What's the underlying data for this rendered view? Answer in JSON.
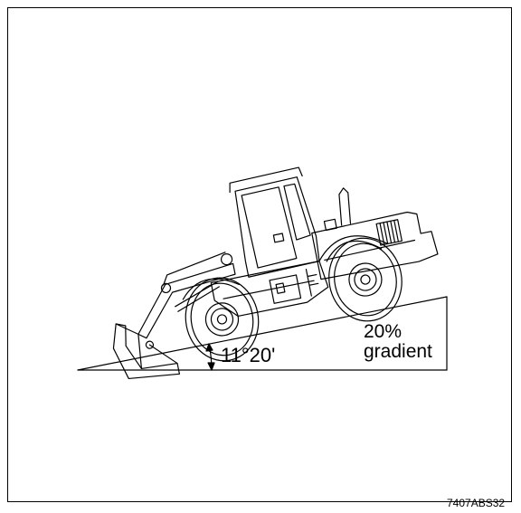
{
  "figure": {
    "angle_label": "11°20'",
    "gradient_percent": "20%",
    "gradient_word": "gradient",
    "figure_code": "7407ABS32"
  },
  "colors": {
    "line": "#000000",
    "background": "#ffffff"
  }
}
